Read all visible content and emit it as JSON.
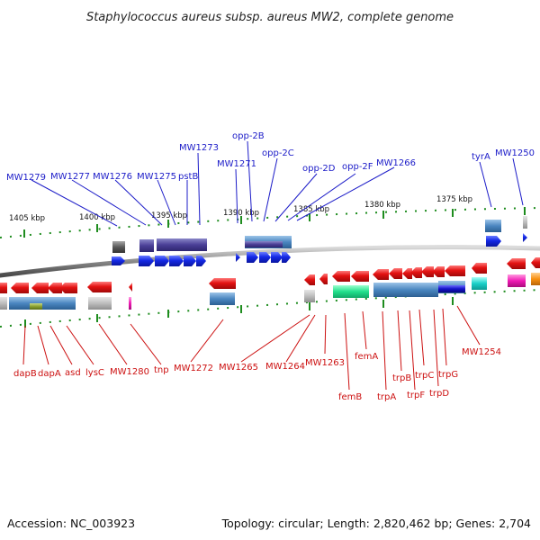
{
  "title": "Staphylococcus aureus subsp. aureus MW2, complete genome",
  "footer": {
    "accession": "Accession: NC_003923",
    "summary": "Topology: circular; Length: 2,820,462 bp; Genes: 2,704"
  },
  "colors": {
    "forward_strand": "#1428e6",
    "reverse_strand": "#e01010",
    "backbone": "#8a8a8a",
    "tick": "#1e8c1e",
    "forward_label": "#1c1cc8",
    "reverse_label": "#cc1010"
  },
  "scale_ticks": [
    "1405 kbp",
    "1400 kbp",
    "1395 kbp",
    "1390 kbp",
    "1385 kbp",
    "1380 kbp",
    "1375 kbp"
  ],
  "genes_forward": [
    "MW1279",
    "MW1277",
    "MW1276",
    "MW1275",
    "pstB",
    "MW1273",
    "MW1271",
    "opp-2B",
    "opp-2C",
    "opp-2D",
    "opp-2F",
    "MW1266",
    "tyrA",
    "MW1250"
  ],
  "genes_reverse": [
    "dapB",
    "dapA",
    "asd",
    "lysC",
    "MW1280",
    "tnp",
    "MW1272",
    "MW1265",
    "MW1264",
    "MW1263",
    "femB",
    "femA",
    "trpA",
    "trpB",
    "trpF",
    "trpC",
    "trpD",
    "trpG",
    "MW1254"
  ]
}
